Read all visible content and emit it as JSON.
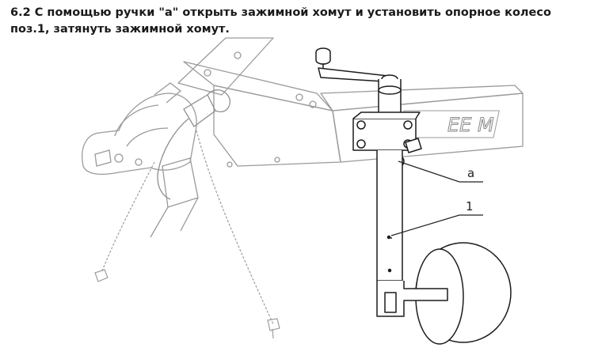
{
  "instruction": {
    "line1": "6.2 С помощью  ручки \"а\" открыть зажимной хомут и установить опорное колесо",
    "line2": "поз.1, затянуть зажимной хомут."
  },
  "figure": {
    "callout_handle": "a",
    "callout_wheel": "1",
    "brand_mark": "EE M"
  }
}
